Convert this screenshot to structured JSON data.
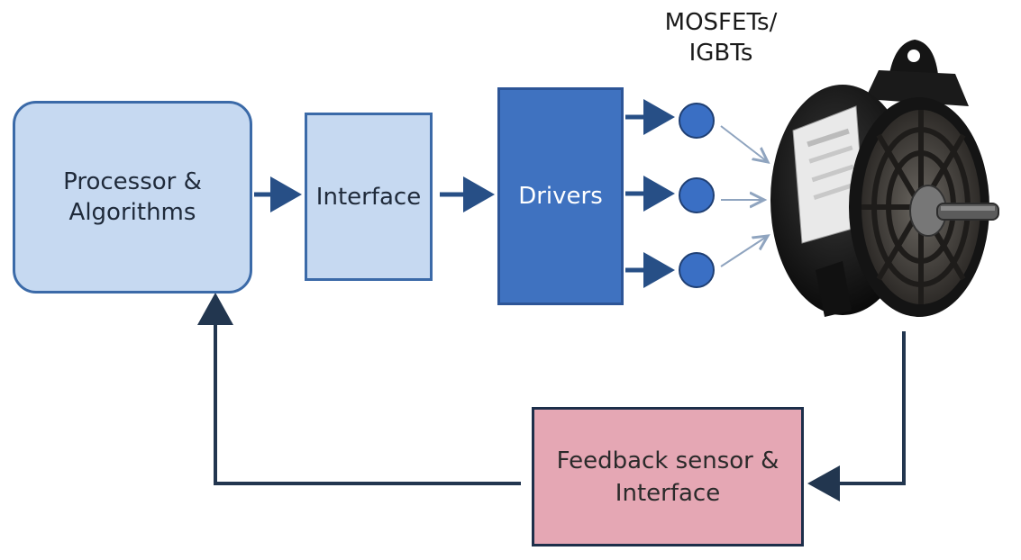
{
  "blocks": {
    "processor": "Processor & Algorithms",
    "interface": "Interface",
    "drivers": "Drivers",
    "switches": "MOSFETs/ IGBTs",
    "feedback": "Feedback sensor & Interface"
  },
  "colors": {
    "light_block": "#c6d9f1",
    "block_border": "#3b6aa8",
    "driver_block": "#3f72c0",
    "feedback_block": "#e5a7b4",
    "arrow_dark": "#22364f",
    "arrow_blue": "#274f86"
  },
  "image": {
    "motor": "motor-image"
  }
}
